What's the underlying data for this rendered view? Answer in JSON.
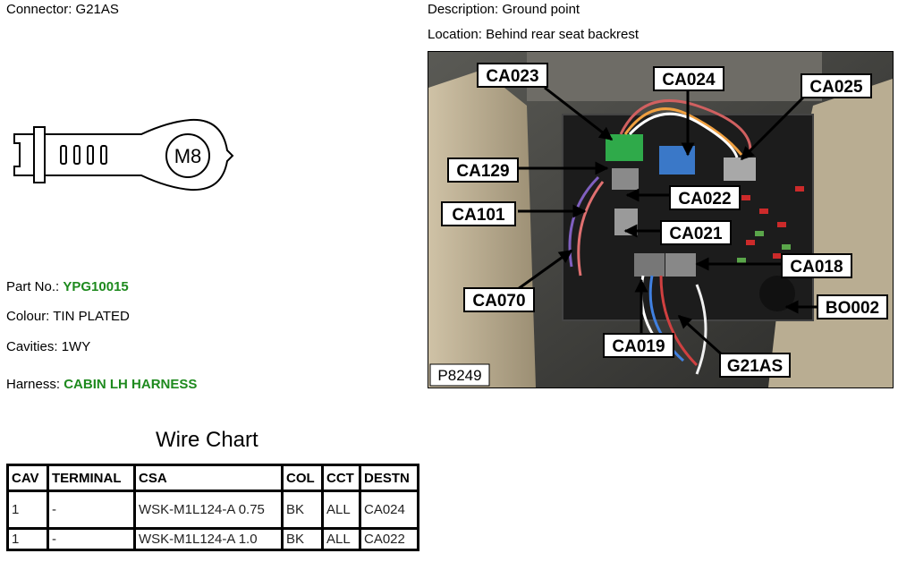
{
  "connector": {
    "label": "Connector:",
    "value": "G21AS"
  },
  "description": {
    "label": "Description:",
    "value": "Ground point"
  },
  "location": {
    "label": "Location:",
    "value": "Behind rear seat backrest"
  },
  "terminal_drawing": {
    "label": "M8"
  },
  "part_no": {
    "label": "Part No.:",
    "value": "YPG10015"
  },
  "colour": {
    "label": "Colour:",
    "value": "TIN PLATED"
  },
  "cavities": {
    "label": "Cavities:",
    "value": "1WY"
  },
  "harness": {
    "label": "Harness:",
    "value": "CABIN LH HARNESS"
  },
  "wire_chart": {
    "title": "Wire Chart",
    "headers": [
      "CAV",
      "TERMINAL",
      "CSA",
      "COL",
      "CCT",
      "DESTN"
    ],
    "rows": [
      [
        "1",
        "-",
        "WSK-M1L124-A 0.75",
        "BK",
        "ALL",
        "CA024"
      ],
      [
        "1",
        "-",
        "WSK-M1L124-A 1.0",
        "BK",
        "ALL",
        "CA022"
      ]
    ]
  },
  "photo": {
    "id": "P8249",
    "callouts": [
      "CA023",
      "CA024",
      "CA025",
      "CA129",
      "CA022",
      "CA101",
      "CA021",
      "CA018",
      "CA070",
      "BO002",
      "CA019",
      "G21AS"
    ]
  }
}
